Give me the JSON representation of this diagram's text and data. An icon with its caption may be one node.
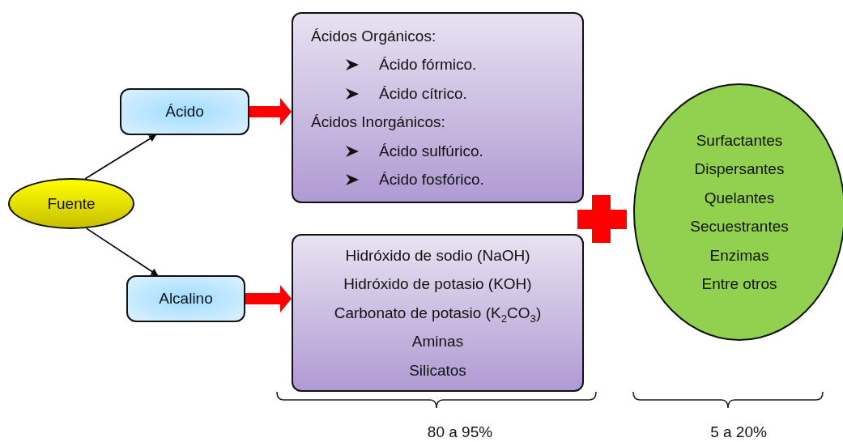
{
  "diagram": {
    "nodes": [
      {
        "text": [
          "Fuente"
        ]
      },
      {
        "text": [
          "Ácido"
        ]
      },
      {
        "text": [
          "Alcalino"
        ]
      },
      {
        "text": [
          "Ácidos Orgánicos:",
          "Ácido fórmico.",
          "Ácido cítrico.",
          "Ácidos Inorgánicos:",
          "Ácido sulfúrico.",
          "Ácido fosfórico."
        ]
      },
      {
        "text": [
          "Hidróxido de sodio (NaOH)",
          "Hidróxido de potasio (KOH)",
          "Carbonato de potasio (K$_{2}$CO$_{3}$)",
          "Aminas",
          "Silicatos"
        ]
      },
      {
        "text": [
          "Surfactantes",
          "Dispersantes",
          "Quelantes",
          "Secuestrantes",
          "Enzimas",
          "Entre otros"
        ]
      }
    ],
    "edges": [
      {
        "from": 0,
        "to": 1,
        "arrow": "to"
      },
      {
        "from": 0,
        "to": 2,
        "arrow": "to"
      },
      {
        "from": 1,
        "to": 3,
        "arrow": "to",
        "style": "thick",
        "color": "#ff0000"
      },
      {
        "from": 2,
        "to": 4,
        "arrow": "to",
        "style": "thick",
        "color": "#ff0000"
      }
    ],
    "labels": [
      "80 a 95%",
      "5 a 20%"
    ]
  }
}
